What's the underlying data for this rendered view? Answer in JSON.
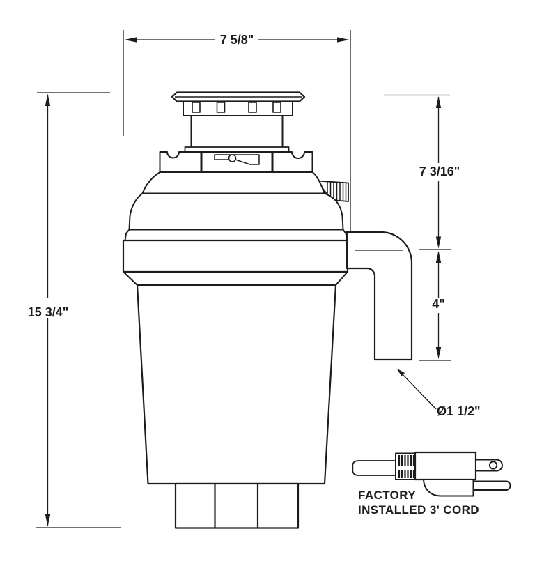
{
  "labels": {
    "width": "7 5/8\"",
    "height": "15 3/4\"",
    "flange_to_discharge": "7 3/16\"",
    "discharge_drop": "4\"",
    "discharge_diameter": "Ø1 1/2\"",
    "cord_note_line1": "FACTORY",
    "cord_note_line2": "INSTALLED 3' CORD"
  },
  "colors": {
    "line": "#1c1c1c",
    "background": "#ffffff"
  }
}
